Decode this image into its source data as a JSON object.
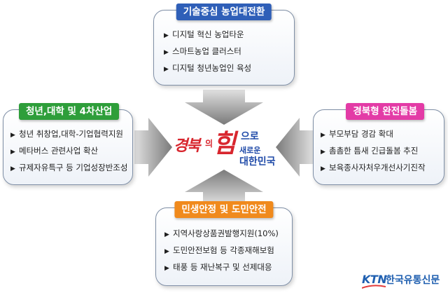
{
  "center": {
    "part1": "경북",
    "part2": "의",
    "part3": "힘",
    "part4": "으로",
    "part5": "새로운",
    "part6": "대한민국"
  },
  "panels": {
    "top": {
      "title": "기술중심 농업대전환",
      "title_color": "#2f5fb8",
      "items": [
        "디지털 혁신 농업타운",
        "스마트농업 클러스터",
        "디지털 청년농업인 육성"
      ]
    },
    "left": {
      "title": "청년,대학 및 4차산업",
      "title_color": "#2e9e3a",
      "items": [
        "청년 취창업,대학-기업협력지원",
        "메타버스 관련사업 확산",
        "규제자유특구 등 기업성장반조성"
      ]
    },
    "right": {
      "title": "경북형 완전돌봄",
      "title_color": "#e33ba6",
      "items": [
        "부모부담 경감 확대",
        "촘촘한 틈새 긴급돌봄 추진",
        "보육종사자처우개선사기진작"
      ]
    },
    "bottom": {
      "title": "민생안정 및 도민안전",
      "title_color": "#f08a1d",
      "items": [
        "지역사랑상품권발행지원(10%)",
        "도민안전보험 등 각종재해보험",
        "태풍 등 재난복구 및 선제대응"
      ]
    }
  },
  "logo": {
    "mark": "KTN",
    "name": "한국유통신문"
  },
  "colors": {
    "center_red": "#d8262e",
    "center_blue": "#1f4aa8",
    "arrow": "#8a8a8a"
  },
  "bullet_glyph": "▶"
}
